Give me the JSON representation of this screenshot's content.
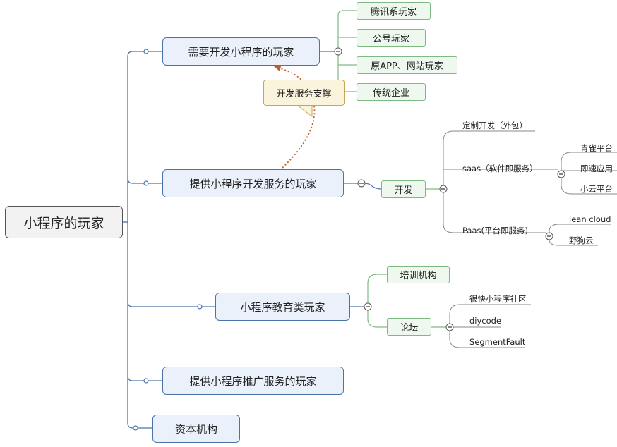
{
  "root": {
    "label": "小程序的玩家"
  },
  "branches": [
    {
      "label": "需要开发小程序的玩家",
      "children": [
        "腾讯系玩家",
        "公号玩家",
        "原APP、网站玩家",
        "传统企业"
      ]
    },
    {
      "label": "提供小程序开发服务的玩家",
      "children": [
        {
          "label": "开发",
          "children": [
            {
              "label": "定制开发（外包）"
            },
            {
              "label": "saas（软件即服务）",
              "children": [
                "青雀平台",
                "即速应用",
                "小云平台"
              ]
            },
            {
              "label": "Paas(平台即服务)",
              "children": [
                "lean cloud",
                "野狗云"
              ]
            }
          ]
        }
      ]
    },
    {
      "label": "小程序教育类玩家",
      "children": [
        {
          "label": "培训机构"
        },
        {
          "label": "论坛",
          "children": [
            "很快小程序社区",
            "diycode",
            "SegmentFault"
          ]
        }
      ]
    },
    {
      "label": "提供小程序推广服务的玩家"
    },
    {
      "label": "资本机构"
    }
  ],
  "callout": {
    "label": "开发服务支撑"
  },
  "colors": {
    "main_line": "#4a73a8",
    "green_line": "#7dba83",
    "leaf_line": "#888888",
    "arrow": "#c0602a"
  }
}
